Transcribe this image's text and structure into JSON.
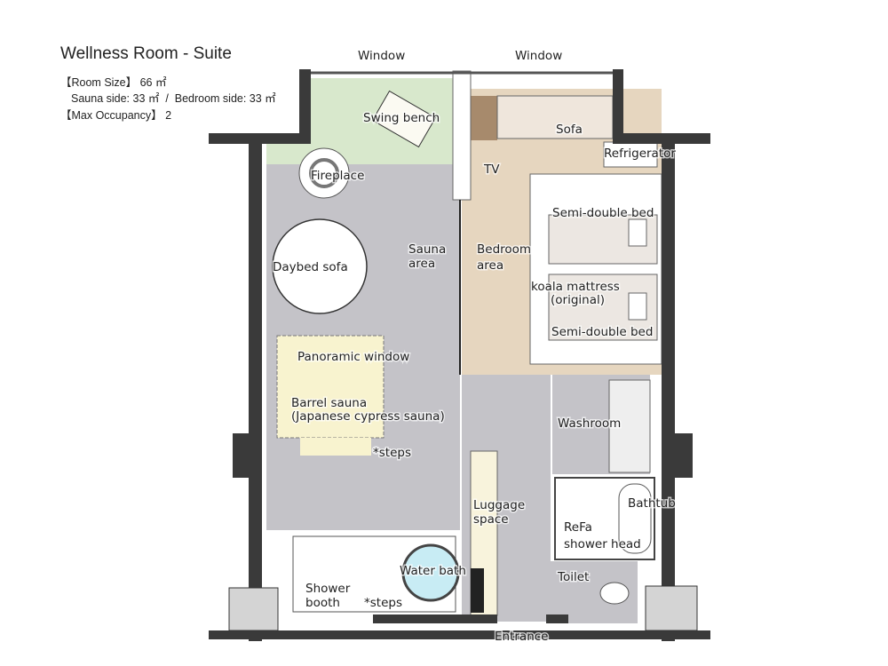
{
  "header": {
    "title": "Wellness Room - Suite",
    "room_size": "【Room Size】 66 ㎡",
    "room_breakdown": "Sauna side: 33 ㎡  /  Bedroom side: 33 ㎡",
    "max_occupancy": "【Max Occupancy】 2"
  },
  "plan": {
    "labels": {
      "window_left": "Window",
      "window_right": "Window",
      "swing_bench": "Swing bench",
      "sofa": "Sofa",
      "refrigerator": "Refrigerator",
      "fireplace": "Fireplace",
      "tv": "TV",
      "bed_top": "Semi-double bed",
      "sauna_area_1": "Sauna",
      "sauna_area_2": "area",
      "bedroom_area_1": "Bedroom",
      "bedroom_area_2": "area",
      "daybed_sofa": "Daybed sofa",
      "koala_1": "koala mattress",
      "koala_2": "(original)",
      "bed_bottom": "Semi-double bed",
      "panoramic_window": "Panoramic window",
      "barrel_sauna_1": "Barrel sauna",
      "barrel_sauna_2": "(Japanese cypress sauna)",
      "steps_upper": "*steps",
      "washroom": "Washroom",
      "luggage_1": "Luggage",
      "luggage_2": "space",
      "bathtub": "Bathtub",
      "refa_1": "ReFa",
      "refa_2": "shower head",
      "water_bath": "Water bath",
      "toilet": "Toilet",
      "shower_1": "Shower",
      "shower_2": "booth",
      "steps_lower": "*steps",
      "entrance": "Entrance"
    },
    "colors": {
      "wall": "#3a3a3a",
      "sauna_floor": "#c4c3c8",
      "terrace": "#d8e8cc",
      "bedroom_floor": "#e6d6bf",
      "barrel_sauna": "#f8f3cf",
      "water_bath": "#c8ecf4"
    }
  }
}
